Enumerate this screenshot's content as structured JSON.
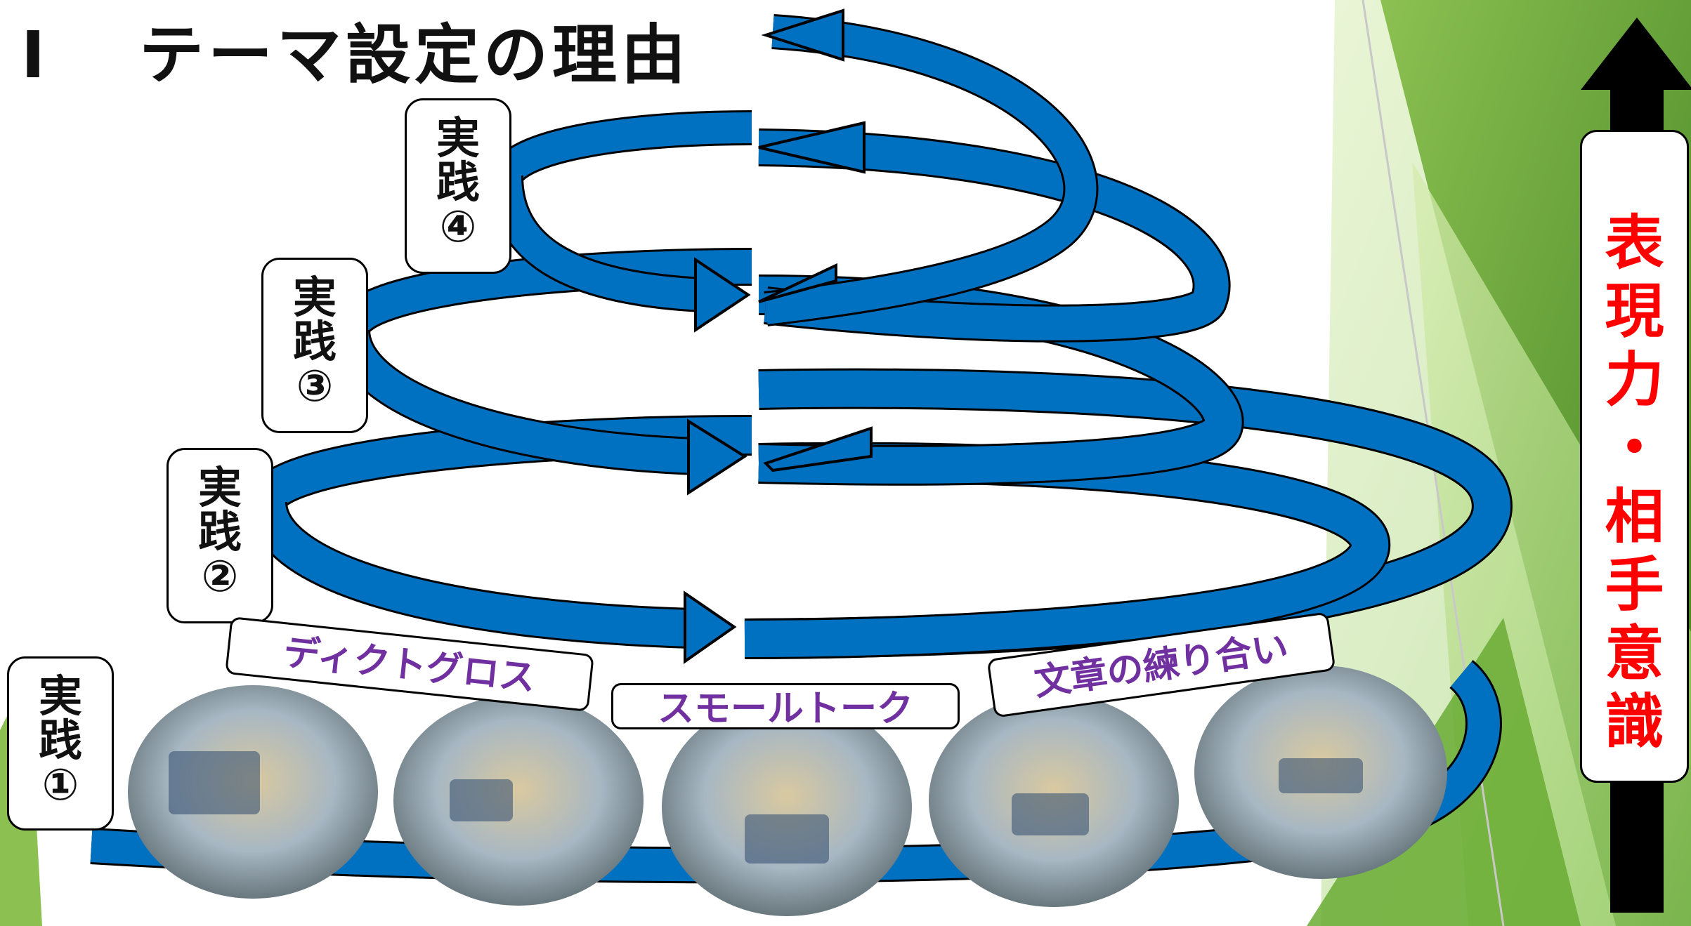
{
  "title": {
    "number": "Ⅰ",
    "text": "テーマ設定の理由"
  },
  "practices": [
    {
      "lines": [
        "実",
        "践",
        "①"
      ]
    },
    {
      "lines": [
        "実",
        "践",
        "②"
      ]
    },
    {
      "lines": [
        "実",
        "践",
        "③"
      ]
    },
    {
      "lines": [
        "実",
        "践",
        "④"
      ]
    }
  ],
  "activities": [
    {
      "label": "ディクトグロス"
    },
    {
      "label": "スモールトーク"
    },
    {
      "label": "文章の練り合い"
    }
  ],
  "goal": {
    "chars": [
      "表",
      "現",
      "力",
      "・",
      "相",
      "手",
      "意",
      "識"
    ]
  },
  "colors": {
    "spiral_fill": "#0070c0",
    "accent_red": "#ff0000",
    "activity_purple": "#7030a0",
    "green_dark": "#5a9e2e",
    "green_light": "#a9d36a"
  },
  "photos": [
    {
      "icon": "classroom-laptop-photo"
    },
    {
      "icon": "classroom-tablets-photo"
    },
    {
      "icon": "classroom-worksheet-photo"
    },
    {
      "icon": "classroom-group-desks-photo"
    },
    {
      "icon": "classroom-group-discussion-photo"
    }
  ]
}
